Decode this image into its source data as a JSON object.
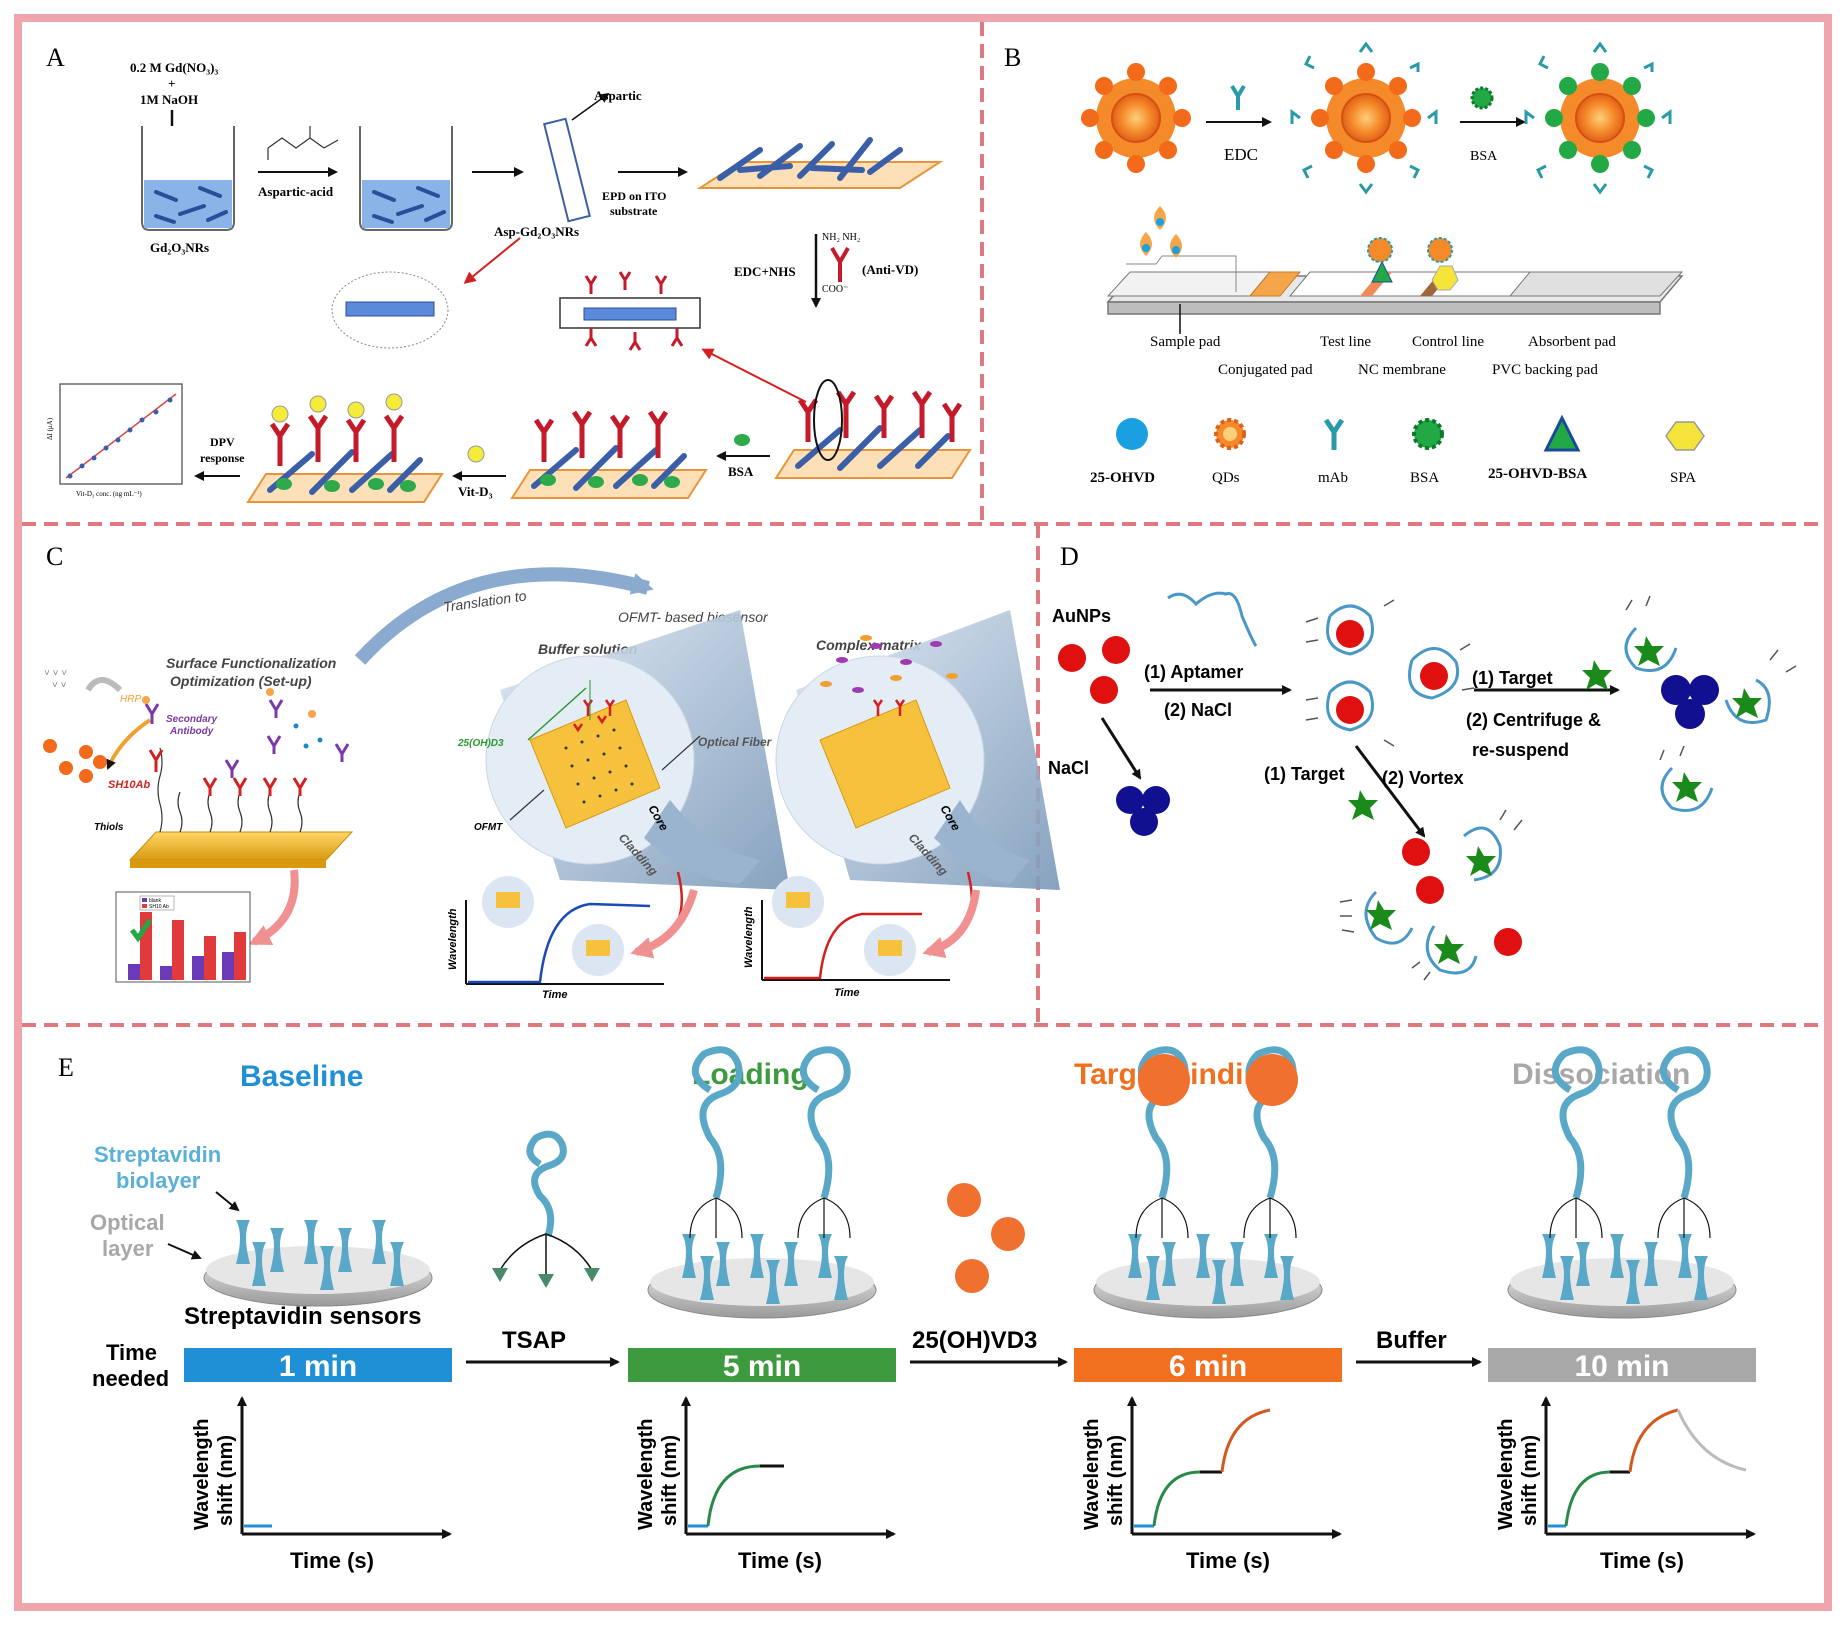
{
  "colors": {
    "border": "#f0a4ab",
    "dash": "#e07880",
    "baseline": "#1f8fd6",
    "loading": "#3e9a3e",
    "binding": "#f07020",
    "dissociation": "#a8a8a8",
    "strepta": "#5aa8c8",
    "gold": "#f6c23e",
    "red_np": "#e01010",
    "blue_np": "#101090"
  },
  "panels": {
    "a": "A",
    "b": "B",
    "c": "C",
    "d": "D",
    "e": "E"
  },
  "panelA": {
    "reagent_l1": "0.2 M Gd(NO₃)₃",
    "reagent_l2": "+",
    "reagent_l3": "1M NaOH",
    "product": "Gd₂O₃NRs",
    "aspartic_acid": "Aspartic-acid",
    "aspartic": "Aspartic",
    "asp_gd": "Asp-Gd₂O₃NRs",
    "epd_l1": "EPD on ITO",
    "epd_l2": "substrate",
    "edc_nhs": "EDC+NHS",
    "nh2": "NH₂ NH₂",
    "coo": "COO⁻",
    "anti_vd": "(Anti-VD)",
    "bsa": "BSA",
    "vitd": "Vit-D₃",
    "dpv_l1": "DPV",
    "dpv_l2": "response",
    "ylabel": "ΔI (μA)",
    "xlabel": "Vit-D₃ conc. (ng mL⁻¹)"
  },
  "panelB": {
    "edc": "EDC",
    "bsa": "BSA",
    "sample_pad": "Sample pad",
    "conjugated_pad": "Conjugated pad",
    "test_line": "Test line",
    "nc_membrane": "NC membrane",
    "control_line": "Control line",
    "pvc": "PVC backing pad",
    "absorbent": "Absorbent pad",
    "legend": [
      "25-OHVD",
      "QDs",
      "mAb",
      "BSA",
      "25-OHVD-BSA",
      "SPA"
    ]
  },
  "panelC": {
    "translation": "Translation to",
    "ofmt_bio": "OFMT- based biosensor",
    "surf_l1": "Surface Functionalization",
    "surf_l2": "Optimization (Set-up)",
    "hrp": "HRP",
    "secondary_l1": "Secondary",
    "secondary_l2": "Antibody",
    "sh10": "SH10Ab",
    "thiols": "Thiols",
    "buffer": "Buffer solution",
    "complex": "Complex matrix",
    "ohd3": "25(OH)D3",
    "optical_fiber": "Optical Fiber",
    "ofmt": "OFMT",
    "core": "Core",
    "cladding": "Cladding",
    "wavelength": "Wavelength",
    "time": "Time",
    "legend_blank": "blank",
    "legend_sh10": "SH10 Ab"
  },
  "panelD": {
    "aunps": "AuNPs",
    "aptamer": "(1) Aptamer",
    "nacl2": "(2) NaCl",
    "nacl": "NaCl",
    "target1": "(1) Target",
    "centrifuge_l1": "(2) Centrifuge &",
    "centrifuge_l2": "re-suspend",
    "target2": "(1) Target",
    "vortex": "(2) Vortex"
  },
  "panelE": {
    "stages": [
      {
        "title": "Baseline",
        "time": "1 min"
      },
      {
        "title": "Loading",
        "time": "5 min"
      },
      {
        "title": "Target binding",
        "time": "6 min"
      },
      {
        "title": "Dissociation",
        "time": "10 min"
      }
    ],
    "strepta_l1": "Streptavidin",
    "strepta_l2": "biolayer",
    "optical_l1": "Optical",
    "optical_l2": "layer",
    "sensors": "Streptavidin sensors",
    "time_needed_l1": "Time",
    "time_needed_l2": "needed",
    "tsap": "TSAP",
    "ohvd3": "25(OH)VD3",
    "buffer": "Buffer",
    "ylabel_l1": "Wavelength",
    "ylabel_l2": "shift (nm)",
    "xlabel": "Time (s)"
  }
}
